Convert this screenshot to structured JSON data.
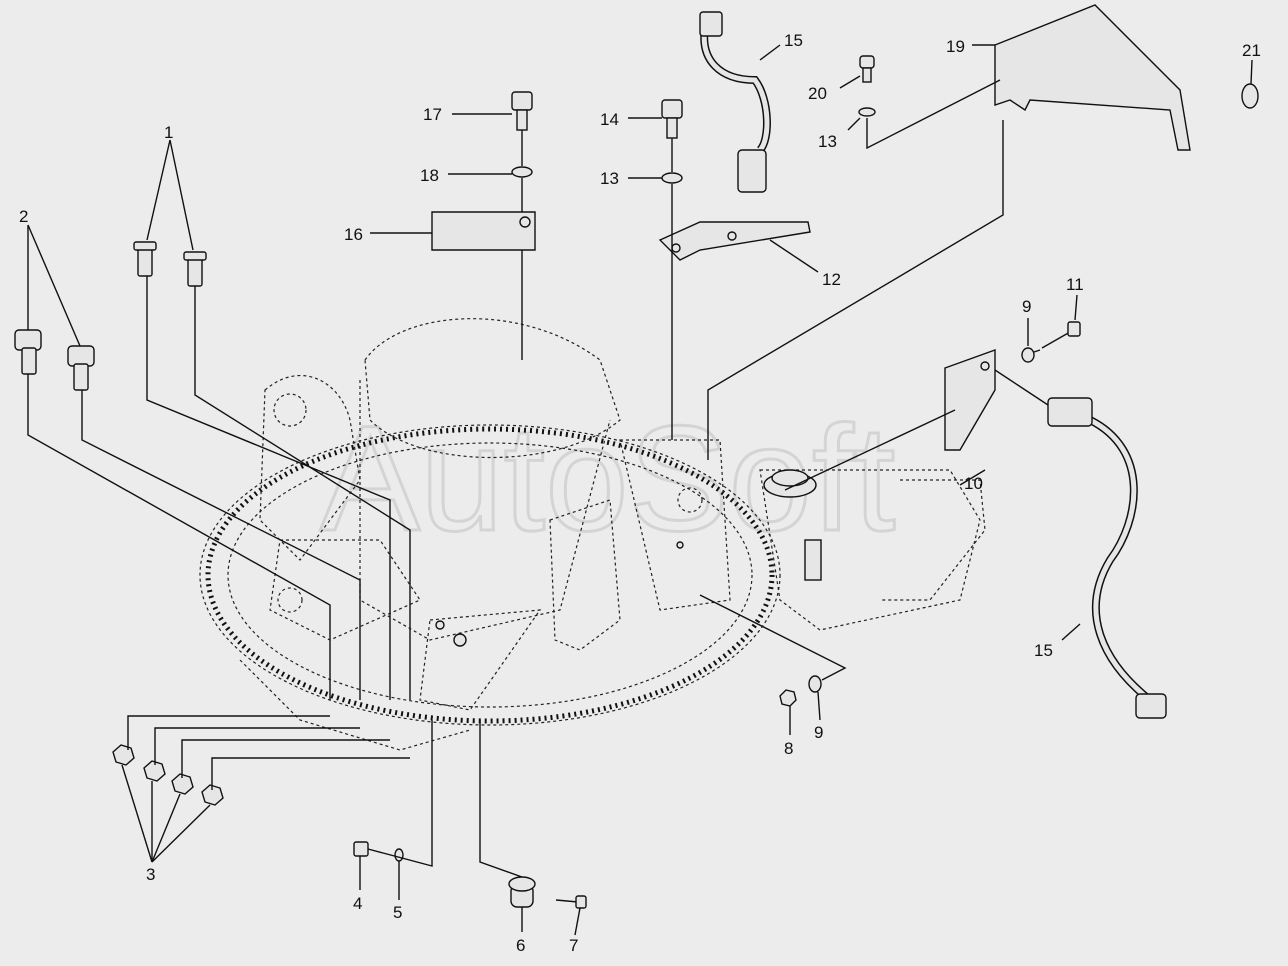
{
  "watermark": "AutoSoft",
  "callouts": [
    "1",
    "2",
    "3",
    "4",
    "5",
    "6",
    "7",
    "8",
    "9",
    "9",
    "10",
    "11",
    "12",
    "13",
    "13",
    "14",
    "15",
    "15",
    "16",
    "17",
    "18",
    "19",
    "20",
    "21"
  ],
  "colors": {
    "background": "#ececec",
    "ink": "#111111",
    "watermark": "#d4d4d4"
  }
}
